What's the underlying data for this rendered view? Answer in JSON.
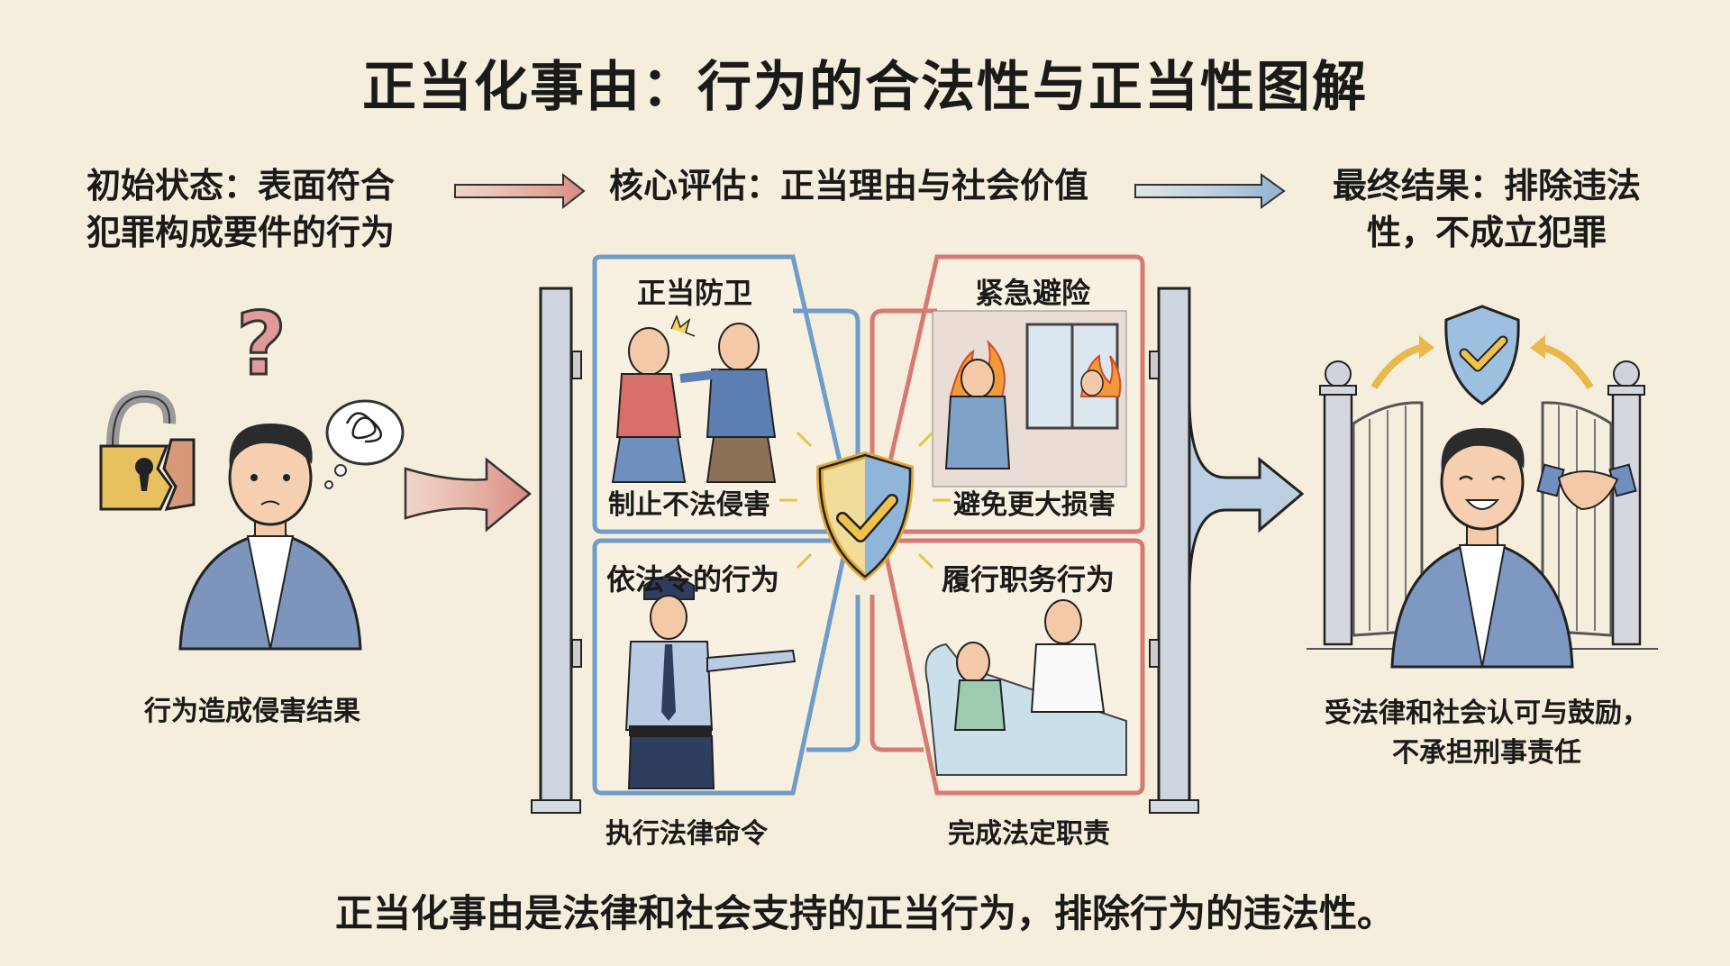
{
  "title": "正当化事由：行为的合法性与正当性图解",
  "stages": [
    {
      "label": "初始状态：表面符合犯罪构成要件的行为",
      "line1": "初始状态：表面符合",
      "line2": "犯罪构成要件的行为"
    },
    {
      "label": "核心评估：正当理由与社会价值"
    },
    {
      "label": "最终结果：排除违法性，不成立犯罪",
      "line1": "最终结果：排除违法",
      "line2": "性，不成立犯罪"
    }
  ],
  "left": {
    "caption": "行为造成侵害结果",
    "icons": [
      "question-mark-icon",
      "broken-lock-icon",
      "tangled-thought-icon",
      "worried-person"
    ]
  },
  "panels": [
    {
      "title": "正当防卫",
      "caption": "制止不法侵害",
      "theme": "blue",
      "scene": "self-defense"
    },
    {
      "title": "紧急避险",
      "caption": "避免更大损害",
      "theme": "red",
      "scene": "emergency-rescue"
    },
    {
      "title": "依法令的行为",
      "caption": "执行法律命令",
      "theme": "blue",
      "scene": "police-officer"
    },
    {
      "title": "履行职务行为",
      "caption": "完成法定职责",
      "theme": "red",
      "scene": "doctor-patient"
    }
  ],
  "right": {
    "caption_line1": "受法律和社会认可与鼓励，",
    "caption_line2": "不承担刑事责任",
    "icons": [
      "shield-check-icon",
      "handshake-icon",
      "open-gate",
      "smiling-person"
    ]
  },
  "footer": "正当化事由是法律和社会支持的正当行为，排除行为的违法性。",
  "colors": {
    "background": "#f6eedc",
    "blue_frame": "#6f9cc8",
    "red_frame": "#d77a72",
    "gold": "#e9b94a",
    "post": "#c9ced6",
    "arrow_red": "#d98a80",
    "arrow_blue": "#9dbad6"
  }
}
